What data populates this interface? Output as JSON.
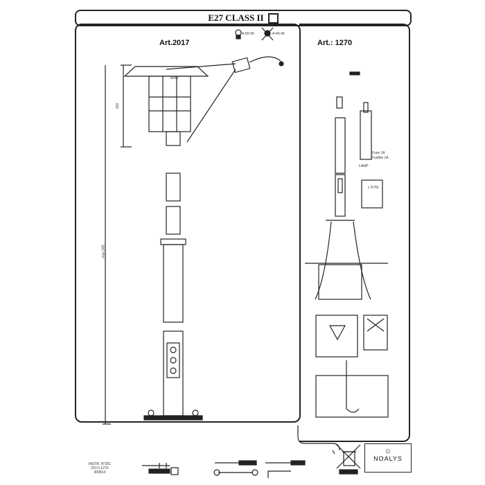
{
  "header": {
    "title": "E27  CLASS II"
  },
  "left_panel": {
    "article": "Art.2017",
    "bulb_ok": "A-50-55",
    "bulb_no": "A-40-45",
    "diameter": "ø360",
    "dim_height_top": "310",
    "dim_height_total": "max 340"
  },
  "right_panel": {
    "article": "Art.: 1270",
    "fuse": "Fuse 1A",
    "fusible": "Fusible 1A",
    "lamp": "LAMP",
    "terminal": "L N PE"
  },
  "footer": {
    "instr_lines": [
      "INSTR. N°281",
      "2017+1270",
      "300814"
    ],
    "brand": "NOALYS"
  }
}
